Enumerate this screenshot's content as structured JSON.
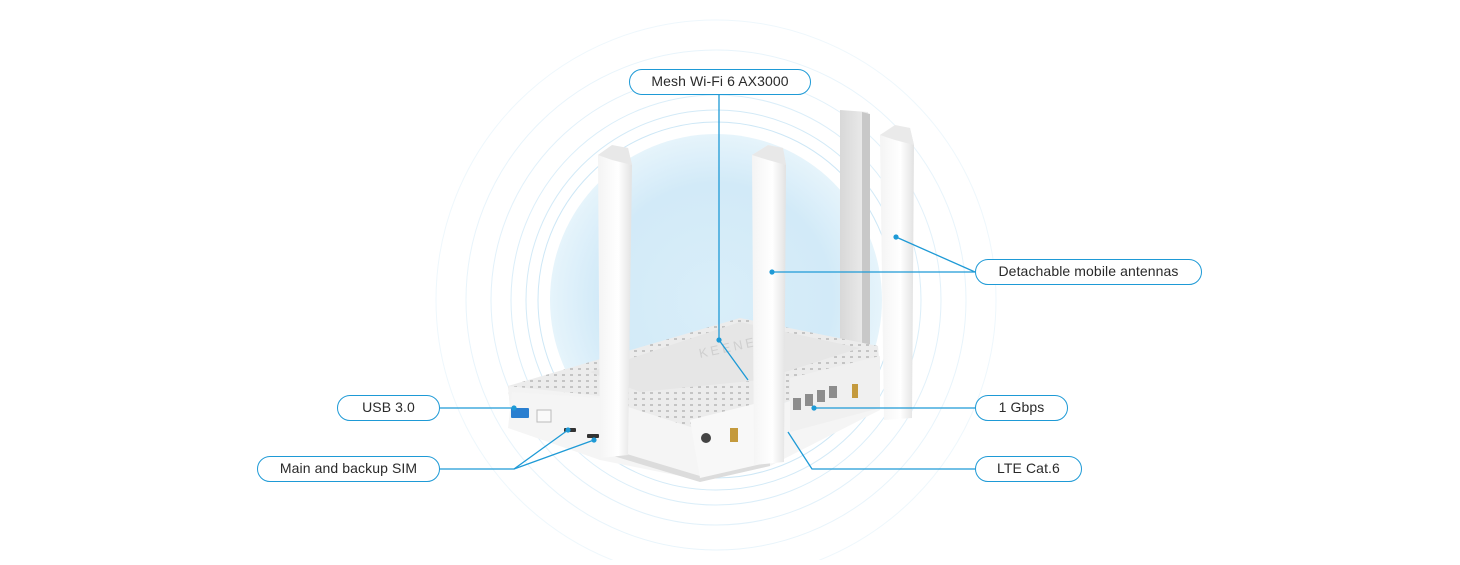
{
  "product": "Wi-Fi router with LTE modem",
  "brand_mark": "KEENETIC",
  "accent_color": "#1e9ad6",
  "glow_color": "#cfe9f7",
  "callouts": [
    {
      "id": "mesh",
      "label": "Mesh Wi-Fi 6 AX3000",
      "points_to": "router body"
    },
    {
      "id": "antennas",
      "label": "Detachable mobile antennas",
      "points_to": "antennas"
    },
    {
      "id": "usb",
      "label": "USB 3.0",
      "points_to": "USB port"
    },
    {
      "id": "sim",
      "label": "Main and backup SIM",
      "points_to": "SIM slots"
    },
    {
      "id": "gbps",
      "label": "1 Gbps",
      "points_to": "Ethernet ports"
    },
    {
      "id": "lte",
      "label": "LTE Cat.6",
      "points_to": "LTE module"
    }
  ]
}
